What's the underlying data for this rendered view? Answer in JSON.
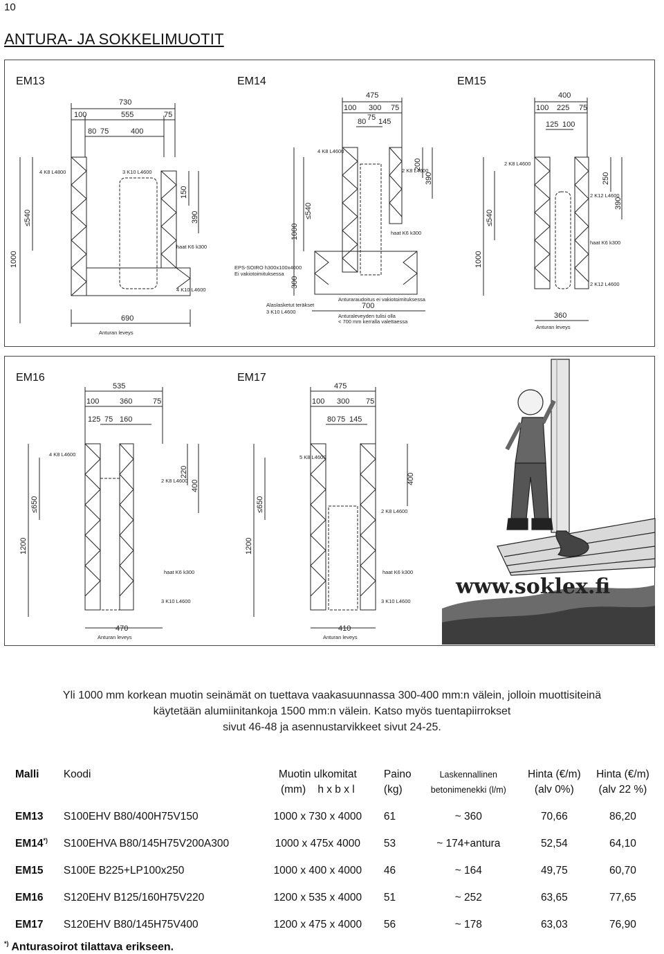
{
  "page_number": "10",
  "title": "ANTURA- JA SOKKELIMUOTIT",
  "drawings": {
    "em13": {
      "label": "EM13",
      "dims": [
        "730",
        "100",
        "555",
        "75",
        "80",
        "75",
        "400",
        "1000",
        "≤540",
        "150",
        "390",
        "690"
      ],
      "notes": [
        "4 K8 L4800",
        "3 K10 L4600",
        "haat K6 k300",
        "4 K10 L4600"
      ],
      "footing": "Anturan leveys"
    },
    "em14": {
      "label": "EM14",
      "dims": [
        "475",
        "100",
        "300",
        "75",
        "80",
        "75",
        "145",
        "200",
        "390",
        "≤540",
        "1000",
        "300",
        "700"
      ],
      "notes": [
        "4 K8 L4600",
        "2 K8 L4600",
        "haat K6 k300",
        "EPS-SOIRO h300x100x4000",
        "Ei vakiotoimituksessa",
        "Alaslasketut teräkset",
        "3 K10 L4600",
        "Anturaraudoitus ei vakiotoimituksessa",
        "Anturaleveyden tulisi olla",
        "< 700 mm kerralla valettaessa"
      ]
    },
    "em15": {
      "label": "EM15",
      "dims": [
        "400",
        "100",
        "225",
        "75",
        "125",
        "100",
        "250",
        "390",
        "≤540",
        "1000",
        "360"
      ],
      "notes": [
        "2 K8 L4600",
        "2 K12 L4600",
        "haat K6 k300",
        "2 K12 L4600"
      ],
      "footing": "Anturan leveys"
    },
    "em16": {
      "label": "EM16",
      "dims": [
        "535",
        "100",
        "360",
        "75",
        "125",
        "75",
        "160",
        "220",
        "400",
        "≤650",
        "1200",
        "470"
      ],
      "notes": [
        "4 K8 L4600",
        "2 K8 L4600",
        "haat K6 k300",
        "3 K10 L4600"
      ],
      "footing": "Anturan leveys"
    },
    "em17": {
      "label": "EM17",
      "dims": [
        "475",
        "100",
        "300",
        "75",
        "80",
        "75",
        "145",
        "400",
        "≤650",
        "1200",
        "410"
      ],
      "notes": [
        "5 K8 L4600",
        "2 K8 L4600",
        "haat K6 k300",
        "3 K10 L4600"
      ],
      "footing": "Anturan leveys"
    }
  },
  "website": "www.soklex.fi",
  "note_lines": [
    "Yli 1000 mm korkean muotin seinämät on tuettava vaakasuunnassa 300-400 mm:n välein, jolloin muottisiteinä",
    "käytetään alumiinitankoja 1500 mm:n välein. Katso myös tuentapiirrokset",
    "sivut 46-48 ja asennustarvikkeet sivut 24-25."
  ],
  "table": {
    "headers": {
      "model": "Malli",
      "code": "Koodi",
      "dims_1": "Muotin ulkomitat",
      "dims_2": "(mm)    h x b x l",
      "weight_1": "Paino",
      "weight_2": "(kg)",
      "concrete_1": "Laskennallinen",
      "concrete_2": "betonimenekki (l/m)",
      "price0_1": "Hinta (€/m)",
      "price0_2": "(alv 0%)",
      "price22_1": "Hinta (€/m)",
      "price22_2": "(alv 22 %)"
    },
    "rows": [
      {
        "model": "EM13",
        "mark": "",
        "code": "S100EHV B80/400H75V150",
        "dims": "1000 x 730 x 4000",
        "weight": "61",
        "concrete": "~ 360",
        "price0": "70,66",
        "price22": "86,20"
      },
      {
        "model": "EM14",
        "mark": "*)",
        "code": "S100EHVA B80/145H75V200A300",
        "dims": "1000 x 475x 4000",
        "weight": "53",
        "concrete": "~ 174+antura",
        "price0": "52,54",
        "price22": "64,10"
      },
      {
        "model": "EM15",
        "mark": "",
        "code": "S100E B225+LP100x250",
        "dims": "1000 x 400 x 4000",
        "weight": "46",
        "concrete": "~ 164",
        "price0": "49,75",
        "price22": "60,70"
      },
      {
        "model": "EM16",
        "mark": "",
        "code": "S120EHV B125/160H75V220",
        "dims": "1200 x 535 x 4000",
        "weight": "51",
        "concrete": "~ 252",
        "price0": "63,65",
        "price22": "77,65"
      },
      {
        "model": "EM17",
        "mark": "",
        "code": "S120EHV B80/145H75V400",
        "dims": "1200 x 475 x 4000",
        "weight": "56",
        "concrete": "~ 178",
        "price0": "63,03",
        "price22": "76,90"
      }
    ]
  },
  "footnote_mark": "*)",
  "footnote_text": "Anturasoirot tilattava erikseen."
}
